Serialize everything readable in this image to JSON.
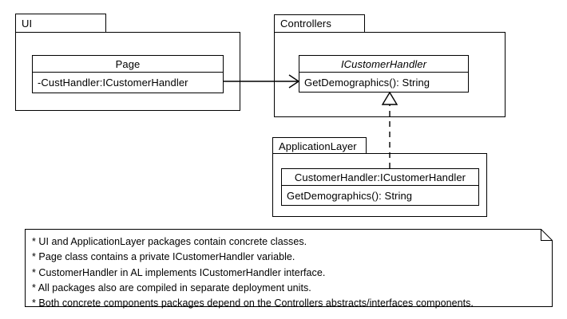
{
  "diagram": {
    "title": "UML package and class diagram",
    "background_color": "#ffffff",
    "line_color": "#000000"
  },
  "packages": [
    {
      "id": "ui",
      "name": "UI",
      "class": {
        "name": "Page",
        "stereotype": "class",
        "attributes": [
          "-CustHandler:ICustomerHandler"
        ],
        "operations": []
      }
    },
    {
      "id": "controllers",
      "name": "Controllers",
      "class": {
        "name": "ICustomerHandler",
        "stereotype": "interface",
        "attributes": [],
        "operations": [
          "GetDemographics(): String"
        ]
      }
    },
    {
      "id": "applicationlayer",
      "name": "ApplicationLayer",
      "class": {
        "name": "CustomerHandler:ICustomerHandler",
        "stereotype": "class",
        "attributes": [],
        "operations": [
          "GetDemographics(): String"
        ]
      }
    }
  ],
  "relationships": [
    {
      "id": "page-uses-icustomerhandler",
      "type": "association",
      "line": "solid",
      "arrow": "open",
      "from": "Page",
      "to": "ICustomerHandler"
    },
    {
      "id": "customerhandler-realizes-icustomerhandler",
      "type": "realization",
      "line": "dashed",
      "arrow": "hollow-triangle",
      "from": "CustomerHandler:ICustomerHandler",
      "to": "ICustomerHandler"
    }
  ],
  "note": {
    "lines": [
      "* UI and ApplicationLayer packages contain concrete classes.",
      "* Page class contains a private ICustomerHandler variable.",
      "* CustomerHandler in AL implements ICustomerHandler interface.",
      "* All packages also are compiled in separate deployment units.",
      "* Both concrete components packages depend on the Controllers abstracts/interfaces components."
    ]
  }
}
